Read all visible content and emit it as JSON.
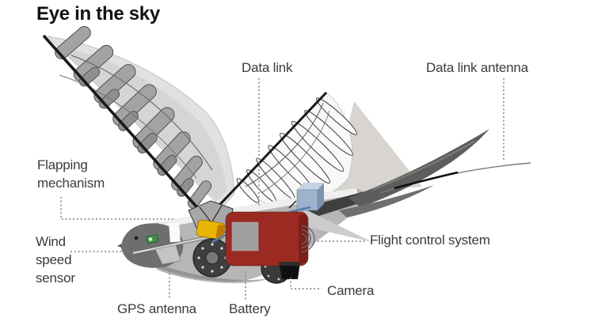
{
  "header": {
    "title": "Eye in the sky"
  },
  "diagram": {
    "labels": {
      "data_link": "Data link",
      "data_link_antenna": "Data link antenna",
      "flapping_mechanism": "Flapping mechanism",
      "wind_speed_sensor": "Wind speed sensor",
      "gps_antenna": "GPS antenna",
      "battery": "Battery",
      "camera": "Camera",
      "flight_control_system": "Flight control system"
    },
    "colors": {
      "battery_box_red": "#9b2a22",
      "motor_yellow": "#e8b602",
      "wiring_blue": "#5b79b4",
      "data_module_blue": "#9db3cc",
      "leader_line_gray": "#858585",
      "label_text": "#3b3b3b"
    }
  }
}
